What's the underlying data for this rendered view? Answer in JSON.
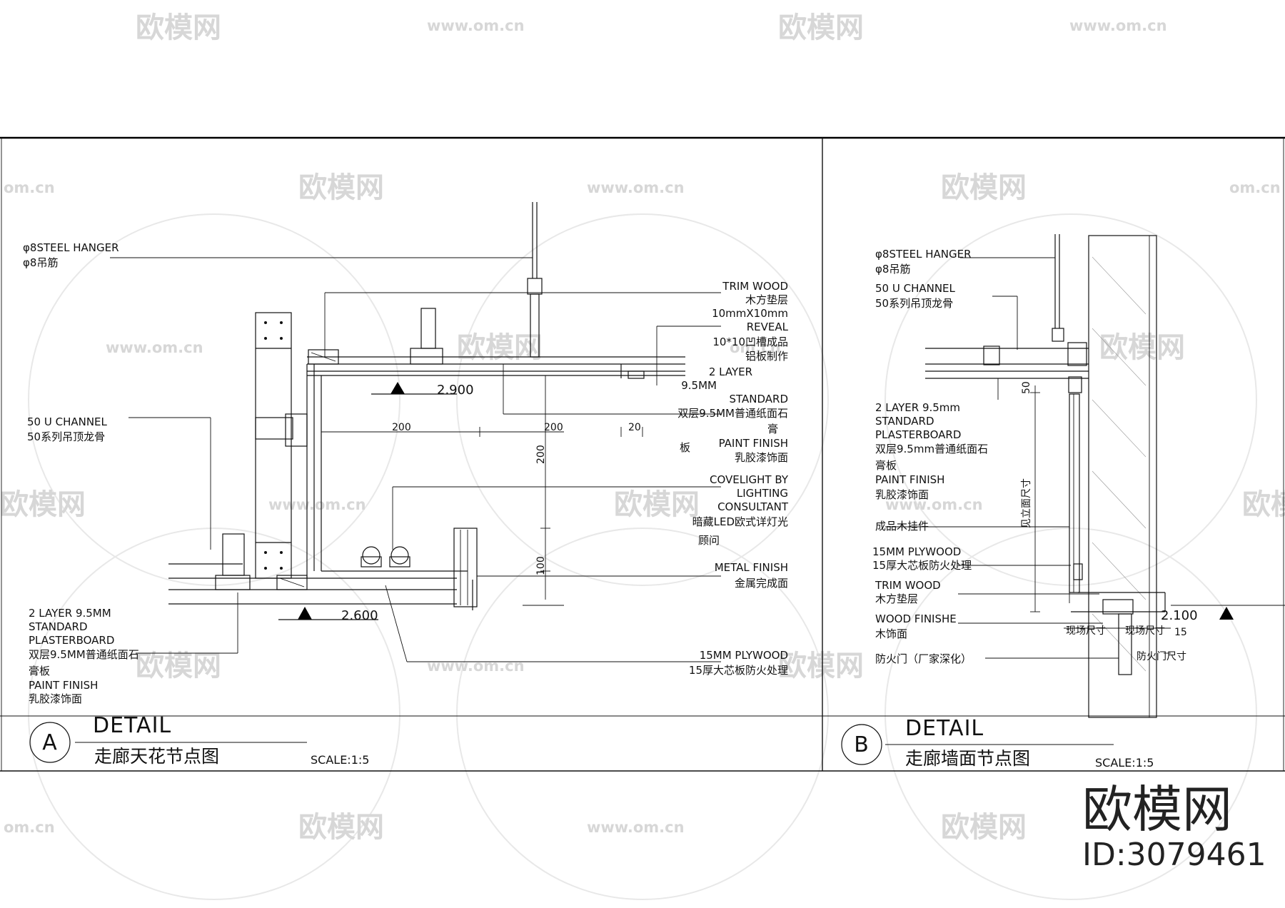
{
  "watermarks": {
    "brand_cn": "欧模网",
    "site": "www.om.cn",
    "site_short": "om.cn"
  },
  "detail_a": {
    "marker": "A",
    "title": "DETAIL",
    "subtitle": "走廊天花节点图",
    "scale": "SCALE:1:5",
    "labels": {
      "hanger_en": "φ8STEEL HANGER",
      "hanger_cn": "φ8吊筋",
      "channel_en": "50 U CHANNEL",
      "channel_cn": "50系列吊顶龙骨",
      "plaster_en1": "2 LAYER 9.5MM",
      "plaster_en2": "STANDARD",
      "plaster_en3": "PLASTERBOARD",
      "plaster_cn1": "双层9.5MM普通纸面石",
      "plaster_cn2": "膏板",
      "paint_en": "PAINT FINISH",
      "paint_cn": "乳胶漆饰面",
      "trim_en": "TRIM WOOD",
      "trim_cn": "木方垫层",
      "reveal_en1": "10mmX10mm",
      "reveal_en2": "REVEAL",
      "reveal_cn1": "10*10凹槽成品",
      "reveal_cn2": "铝板制作",
      "r_layer1": "2 LAYER",
      "r_layer2": "9.5MM",
      "r_std": "STANDARD",
      "r_cn1": "双层9.5MM普通纸面石",
      "r_cn2": "膏",
      "r_cn3": "板",
      "r_paint_en": "PAINT FINISH",
      "r_paint_cn": "乳胶漆饰面",
      "cove_en1": "COVELIGHT BY",
      "cove_en2": "LIGHTING",
      "cove_en3": "CONSULTANT",
      "cove_cn1": "暗藏LED欧式详灯光",
      "cove_cn2": "顾问",
      "metal_en": "METAL FINISH",
      "metal_cn": "金属完成面",
      "ply_en": "15MM PLYWOOD",
      "ply_cn": "15厚大芯板防火处理"
    },
    "dimensions": {
      "d200a": "200",
      "d200b": "200",
      "d20": "20",
      "d200v": "200",
      "d100v": "100"
    },
    "levels": {
      "upper": "2.900",
      "lower": "2.600"
    }
  },
  "detail_b": {
    "marker": "B",
    "title": "DETAIL",
    "subtitle": "走廊墙面节点图",
    "scale": "SCALE:1:5",
    "labels": {
      "hanger_en": "φ8STEEL HANGER",
      "hanger_cn": "φ8吊筋",
      "channel_en": "50 U CHANNEL",
      "channel_cn": "50系列吊顶龙骨",
      "plaster_en1": "2 LAYER 9.5mm",
      "plaster_en2": "STANDARD",
      "plaster_en3": "PLASTERBOARD",
      "plaster_cn1": "双层9.5mm普通纸面石",
      "plaster_cn2": "膏板",
      "paint_en": "PAINT FINISH",
      "paint_cn": "乳胶漆饰面",
      "hanger_piece_cn": "成品木挂件",
      "ply_en": "15MM PLYWOOD",
      "ply_cn": "15厚大芯板防火处理",
      "trim_en": "TRIM WOOD",
      "trim_cn": "木方垫层",
      "wood_en": "WOOD FINISHE",
      "wood_cn": "木饰面",
      "door_cn": "防火门（厂家深化）",
      "elev_ref": "见立面尺寸",
      "site1": "现场尺寸",
      "site2": "现场尺寸",
      "door_size": "防火门尺寸"
    },
    "dimensions": {
      "d50": "50",
      "d15": "15"
    },
    "levels": {
      "floor": "2.100"
    }
  },
  "brand_mark": {
    "name": "欧模网",
    "id": "ID:3079461"
  }
}
